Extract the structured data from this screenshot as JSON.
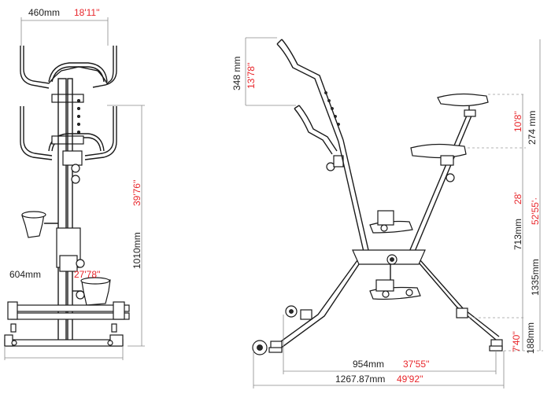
{
  "dimensions": {
    "top_width": {
      "metric": "460mm",
      "imperial": "18'11''"
    },
    "base_width": {
      "metric": "604mm",
      "imperial": "27'78''"
    },
    "front_height": {
      "metric": "1010mm",
      "imperial": "39'76''"
    },
    "handle_drop": {
      "metric": "348 mm",
      "imperial": "13'78''"
    },
    "seat_range": {
      "metric": "274 mm",
      "imperial": "10'8''"
    },
    "mid_height": {
      "metric": "713mm",
      "imperial": "28'"
    },
    "total_height": {
      "metric": "1335mm",
      "imperial": "52'55'·"
    },
    "foot_height": {
      "metric": "188mm",
      "imperial": "7'40''"
    },
    "inner_length": {
      "metric": "954mm",
      "imperial": "37'55''"
    },
    "total_length": {
      "metric": "1267.87mm",
      "imperial": "49'92''"
    }
  },
  "colors": {
    "metric": "#222222",
    "imperial": "#e8262b",
    "line": "#1a1a1a"
  }
}
